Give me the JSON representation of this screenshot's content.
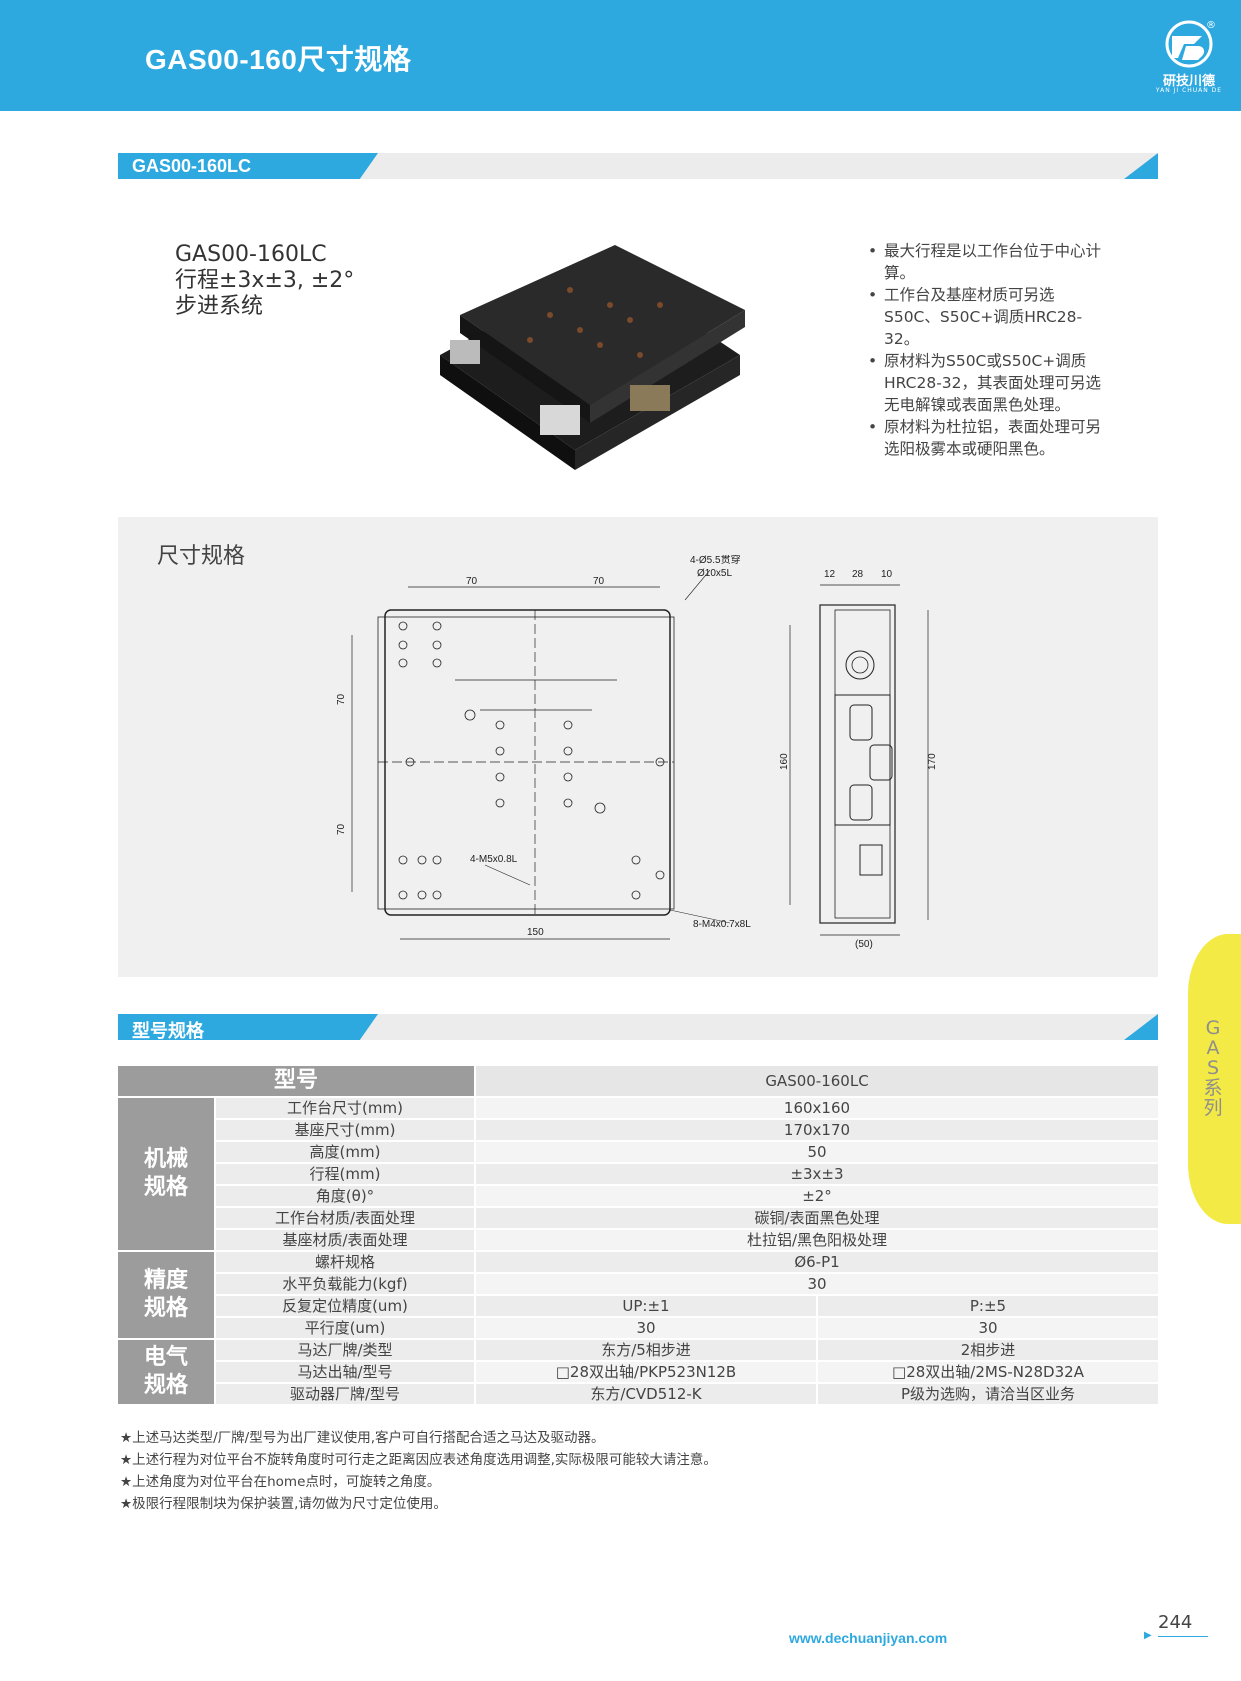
{
  "header": {
    "title": "GAS00-160尺寸规格",
    "logo_text": "研技川德",
    "logo_sub": "YAN JI CHUAN DE",
    "logo_reg": "®"
  },
  "section1": {
    "label": "GAS00-160LC"
  },
  "product": {
    "model": "GAS00-160LC",
    "travel": "行程±3x±3, ±2°",
    "system": "步进系统"
  },
  "bullets": [
    "最大行程是以工作台位于中心计算。",
    "工作台及基座材质可另选S50C、S50C+调质HRC28-32。",
    "原材料为S50C或S50C+调质HRC28-32，其表面处理可另选无电解镍或表面黑色处理。",
    "原材料为杜拉铝，表面处理可另选阳极雾本或硬阳黑色。"
  ],
  "dimension": {
    "title": "尺寸规格",
    "labels": {
      "d70a": "70",
      "d70b": "70",
      "hole": "4-Ø5.5贯穿",
      "hole2": "Ø10x5L",
      "v70a": "70",
      "v70b": "70",
      "m5": "4-M5x0.8L",
      "m4": "8-M4x0.7x8L",
      "d150": "150",
      "s12": "12",
      "s28": "28",
      "s10": "10",
      "s160": "160",
      "s170": "170",
      "s50": "(50)"
    }
  },
  "section2": {
    "label": "型号规格"
  },
  "table": {
    "header": {
      "param": "型号",
      "value": "GAS00-160LC"
    },
    "groups": [
      {
        "name": "机械\n规格",
        "rows": [
          {
            "param": "工作台尺寸(mm)",
            "value": "160x160"
          },
          {
            "param": "基座尺寸(mm)",
            "value": "170x170"
          },
          {
            "param": "高度(mm)",
            "value": "50"
          },
          {
            "param": "行程(mm)",
            "value": "±3x±3"
          },
          {
            "param": "角度(θ)°",
            "value": "±2°"
          },
          {
            "param": "工作台材质/表面处理",
            "value": "碳铜/表面黑色处理"
          },
          {
            "param": "基座材质/表面处理",
            "value": "杜拉铝/黑色阳极处理"
          }
        ]
      },
      {
        "name": "精度\n规格",
        "rows": [
          {
            "param": "螺杆规格",
            "value": "Ø6-P1"
          },
          {
            "param": "水平负载能力(kgf)",
            "value": "30"
          },
          {
            "param": "反复定位精度(um)",
            "left": "UP:±1",
            "right": "P:±5"
          },
          {
            "param": "平行度(um)",
            "left": "30",
            "right": "30"
          }
        ]
      },
      {
        "name": "电气\n规格",
        "rows": [
          {
            "param": "马达厂牌/类型",
            "left": "东方/5相步进",
            "right": "2相步进"
          },
          {
            "param": "马达出轴/型号",
            "left": "□28双出轴/PKP523N12B",
            "right": "□28双出轴/2MS-N28D32A"
          },
          {
            "param": "驱动器厂牌/型号",
            "left": "东方/CVD512-K",
            "right": "P级为选购，请洽当区业务"
          }
        ]
      }
    ]
  },
  "notes": [
    "★上述马达类型/厂牌/型号为出厂建议使用,客户可自行搭配合适之马达及驱动器。",
    "★上述行程为对位平台不旋转角度时可行走之距离因应表述角度选用调整,实际极限可能较大请注意。",
    "★上述角度为对位平台在home点时，可旋转之角度。",
    "★极限行程限制块为保护装置,请勿做为尺寸定位使用。"
  ],
  "sidetab": {
    "text": "GAS系列"
  },
  "footer": {
    "url": "www.dechuanjiyan.com",
    "page": "244"
  },
  "colors": {
    "brand": "#2ea9e0",
    "accent_yellow": "#f4ea45",
    "category_gray": "#9c9c9c"
  }
}
